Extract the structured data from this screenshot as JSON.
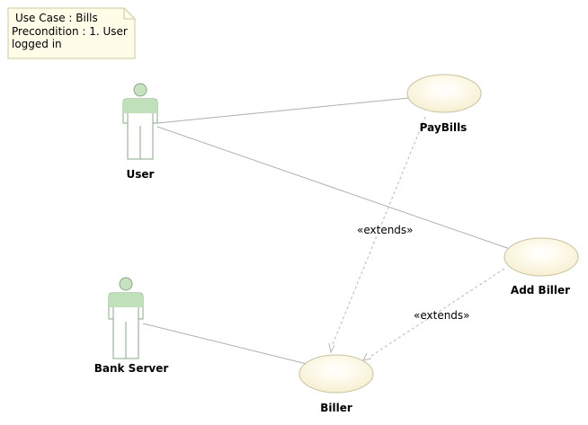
{
  "note": {
    "lines": [
      "Use Case : Bills",
      "Precondition : 1. User",
      "logged in"
    ]
  },
  "actors": [
    {
      "id": "user",
      "label": "User"
    },
    {
      "id": "bank-server",
      "label": "Bank Server"
    }
  ],
  "use_cases": [
    {
      "id": "paybills",
      "label": "PayBills"
    },
    {
      "id": "add-biller",
      "label": "Add Biller"
    },
    {
      "id": "biller",
      "label": "Biller"
    }
  ],
  "relations": [
    {
      "type": "association",
      "from": "user",
      "to": "paybills"
    },
    {
      "type": "association",
      "from": "user",
      "to": "add-biller"
    },
    {
      "type": "association",
      "from": "bank-server",
      "to": "biller"
    },
    {
      "type": "extend",
      "from": "paybills",
      "to": "biller",
      "label": "«extends»"
    },
    {
      "type": "extend",
      "from": "add-biller",
      "to": "biller",
      "label": "«extends»"
    }
  ],
  "colors": {
    "note_fill": "#fffce8",
    "note_border": "#cfc89a",
    "usecase_fill": "#fdf8e4",
    "usecase_border": "#c8c2a0",
    "actor_body": "#bfe0b8",
    "actor_outline": "#8aa886",
    "line": "#b0b0b0"
  }
}
